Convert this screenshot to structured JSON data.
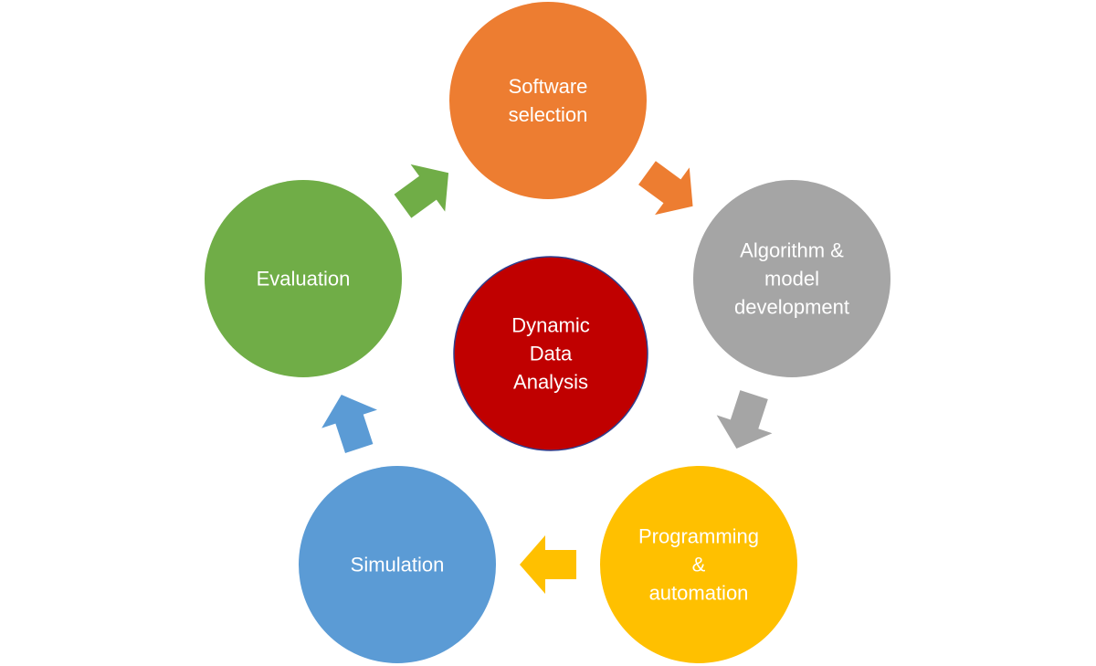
{
  "center": {
    "lines": [
      "Dynamic",
      "Data",
      "Analysis"
    ],
    "color": "#c00000",
    "stroke": "#2f3f8f"
  },
  "nodes": [
    {
      "id": "software-selection",
      "lines": [
        "Software",
        "selection"
      ],
      "color": "#ed7d31"
    },
    {
      "id": "algorithm-model-development",
      "lines": [
        "Algorithm &",
        "model",
        "development"
      ],
      "color": "#a5a5a5"
    },
    {
      "id": "programming-automation",
      "lines": [
        "Programming",
        "&",
        "automation"
      ],
      "color": "#ffc000"
    },
    {
      "id": "simulation",
      "lines": [
        "Simulation"
      ],
      "color": "#5b9bd5"
    },
    {
      "id": "evaluation",
      "lines": [
        "Evaluation"
      ],
      "color": "#70ad47"
    }
  ],
  "arrows": [
    {
      "from": "software-selection",
      "to": "algorithm-model-development",
      "color": "#ed7d31"
    },
    {
      "from": "algorithm-model-development",
      "to": "programming-automation",
      "color": "#a5a5a5"
    },
    {
      "from": "programming-automation",
      "to": "simulation",
      "color": "#ffc000"
    },
    {
      "from": "simulation",
      "to": "evaluation",
      "color": "#5b9bd5"
    },
    {
      "from": "evaluation",
      "to": "software-selection",
      "color": "#70ad47"
    }
  ]
}
